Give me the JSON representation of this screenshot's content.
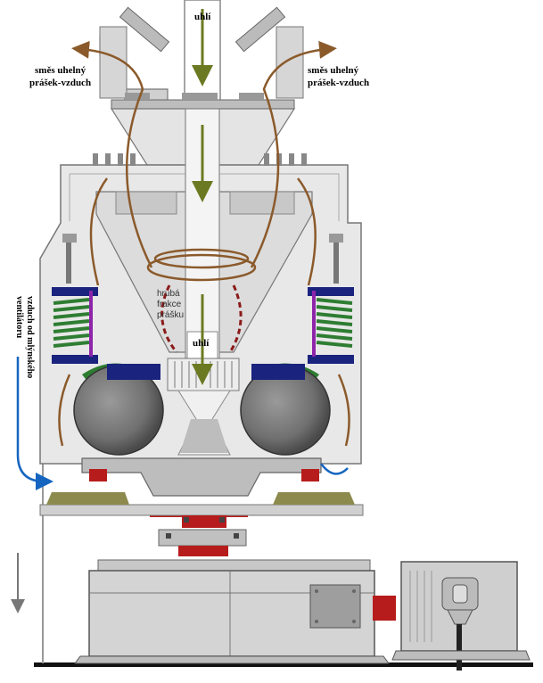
{
  "labels": {
    "coal_top": "uhlí",
    "coal_mid": "uhlí",
    "mix_left_line1": "směs uhelný",
    "mix_left_line2": "prášek-vzduch",
    "mix_right_line1": "směs uhelný",
    "mix_right_line2": "prášek-vzduch",
    "coarse_line1": "hrubá",
    "coarse_line2": "frakce",
    "coarse_line3": "prášku",
    "air_line1": "vzduch od mlýnského",
    "air_line2": "ventilátoru"
  },
  "colors": {
    "steel": "#c0c0c0",
    "steel_dark": "#8c8c8c",
    "flow_arrow": "#8b5a2b",
    "coarse_flow": "#8b1a1a",
    "coal_arrow": "#7a7a2a",
    "spring": "#2e7d32",
    "spring_plate": "#1a237e",
    "red_parts": "#b71c1c",
    "air_arrow": "#1565c0",
    "olive_base": "#8d8a4e"
  }
}
